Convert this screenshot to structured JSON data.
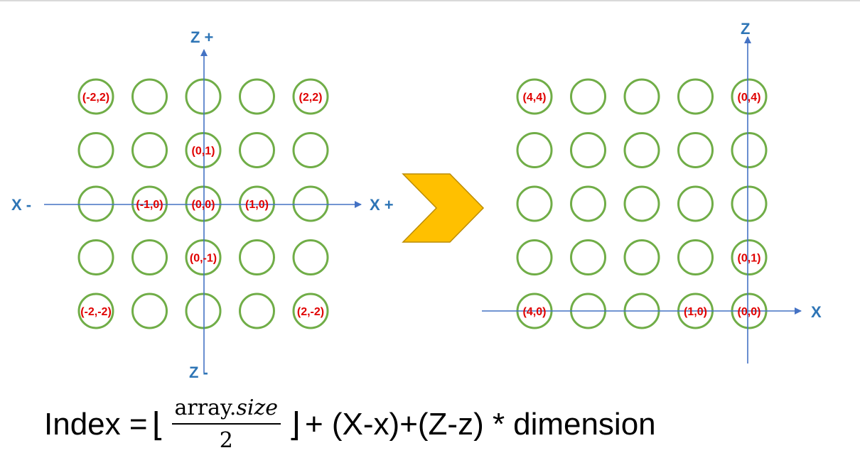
{
  "left_grid": {
    "axes": {
      "z_plus": "Z +",
      "z_minus": "Z -",
      "x_minus": "X -",
      "x_plus": "X +"
    },
    "labels": [
      {
        "row": 0,
        "col": 0,
        "text": "(-2,2)"
      },
      {
        "row": 0,
        "col": 4,
        "text": "(2,2)"
      },
      {
        "row": 1,
        "col": 2,
        "text": "(0,1)"
      },
      {
        "row": 2,
        "col": 1,
        "text": "(-1,0)"
      },
      {
        "row": 2,
        "col": 2,
        "text": "(0,0)"
      },
      {
        "row": 2,
        "col": 3,
        "text": "(1,0)"
      },
      {
        "row": 3,
        "col": 2,
        "text": "(0,-1)"
      },
      {
        "row": 4,
        "col": 0,
        "text": "(-2,-2)"
      },
      {
        "row": 4,
        "col": 4,
        "text": "(2,-2)"
      }
    ]
  },
  "right_grid": {
    "axes": {
      "z": "Z",
      "x": "X"
    },
    "labels": [
      {
        "row": 0,
        "col": 0,
        "text": "(4,4)"
      },
      {
        "row": 0,
        "col": 4,
        "text": "(0,4)"
      },
      {
        "row": 3,
        "col": 4,
        "text": "(0,1)"
      },
      {
        "row": 4,
        "col": 0,
        "text": "(4,0)"
      },
      {
        "row": 4,
        "col": 3,
        "text": "(1,0)"
      },
      {
        "row": 4,
        "col": 4,
        "text": "(0,0)"
      }
    ]
  },
  "grid_rows": 5,
  "grid_cols": 5,
  "arrow_icon": "chevron-right-icon",
  "formula": {
    "lhs": "Index =",
    "left_floor": "⌊",
    "numerator_prefix": "array.",
    "numerator_italic": "size",
    "denominator": "2",
    "right_floor": "⌋",
    "rest": "+ (X-x)+(Z-z) *",
    "last_word": "dimension"
  },
  "colors": {
    "circle": "#70ad47",
    "axis": "#4472c4",
    "axis_label": "#2e75b6",
    "coord_label": "#e00000",
    "chevron_fill": "#ffc000",
    "chevron_stroke": "#bc8c00"
  }
}
